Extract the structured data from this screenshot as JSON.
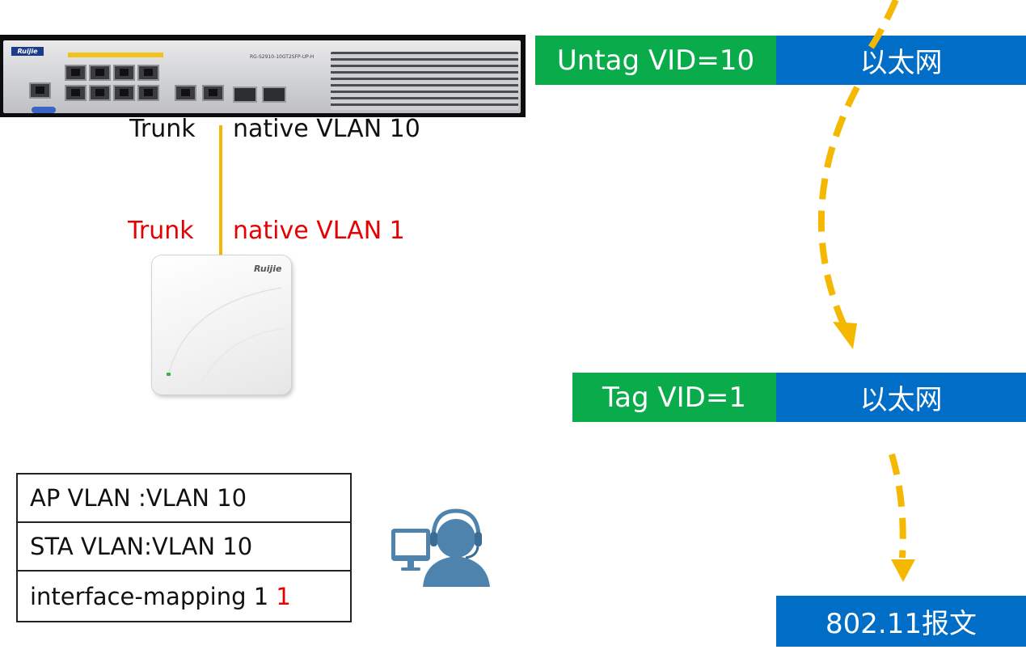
{
  "switch": {
    "logo": "Ruijie",
    "model": "RG-S2910-10GT2SFP-UP-H"
  },
  "labels": {
    "switch_mode": "Trunk",
    "switch_native": "native VLAN 10",
    "ap_mode": "Trunk",
    "ap_native": "native VLAN 1"
  },
  "ap": {
    "logo": "Ruijie"
  },
  "config": {
    "rows": [
      {
        "text": "AP VLAN :VLAN 10"
      },
      {
        "text": "STA VLAN:VLAN 10"
      },
      {
        "text": "interface-mapping 1 ",
        "highlight": "1"
      }
    ]
  },
  "frames": {
    "top": {
      "tag": "Untag VID=10",
      "payload": "以太网"
    },
    "middle": {
      "tag": "Tag VID=1",
      "payload": "以太网"
    },
    "bottom": {
      "payload": "802.11报文"
    }
  },
  "colors": {
    "tag_green": "#0aab4b",
    "payload_blue": "#006ec7",
    "arrow_yellow": "#f5b800",
    "highlight_red": "#e60000"
  }
}
